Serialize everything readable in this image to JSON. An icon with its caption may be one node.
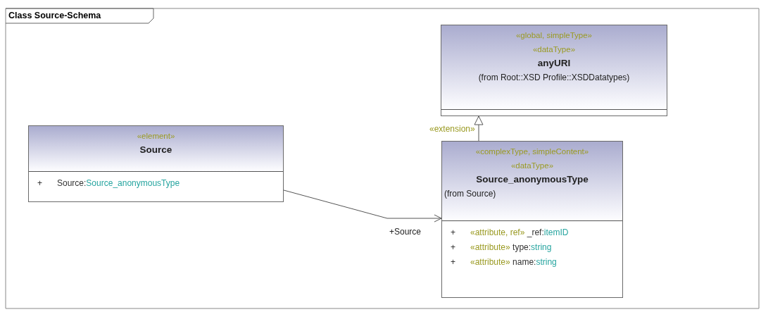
{
  "diagram": {
    "title": "Class Source-Schema",
    "nodes": [
      {
        "text": [
          "«global, simpleType»",
          "«dataType»",
          "anyURI",
          "(from Root::XSD Profile::XSDDatatypes)"
        ]
      },
      {
        "text": [
          "«element»",
          "Source",
          "+ Source:Source_anonymousType"
        ]
      },
      {
        "text": [
          "«complexType, simpleContent»",
          "«dataType»",
          "Source_anonymousType",
          "(from Source)",
          "+ «attribute, ref» _ref:itemID",
          "+ «attribute» type:string",
          "+ «attribute» name:string"
        ]
      }
    ],
    "edges": [
      {
        "from": 2,
        "to": 0,
        "arrow": "to",
        "label": "«extension»"
      },
      {
        "from": 1,
        "to": 2,
        "arrow": "to",
        "label": "+Source"
      }
    ]
  }
}
